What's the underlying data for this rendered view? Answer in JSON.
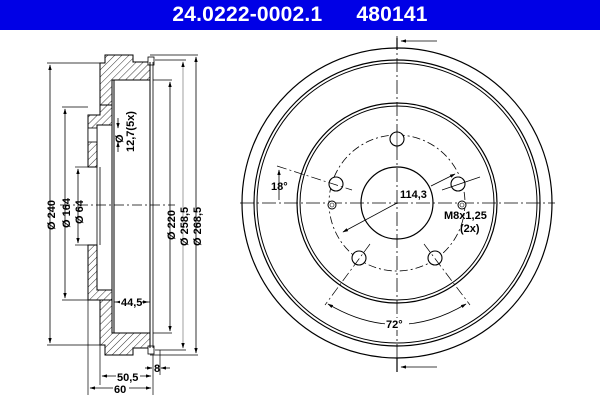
{
  "header": {
    "part_number": "24.0222-0002.1",
    "ref_number": "480141",
    "background_color": "#0000e6",
    "text_color": "#ffffff"
  },
  "section_view": {
    "dimensions": {
      "d240": "Ø 240",
      "d164": "Ø 164",
      "d64": "Ø 64",
      "hole": "Ø",
      "hole_size": "12,7(5x)",
      "d220": "Ø 220",
      "d258": "Ø 258,5",
      "d268": "Ø 268,5",
      "depth_inner": "44,5",
      "depth_50": "50,5",
      "depth_60": "60",
      "rim_8": "8"
    }
  },
  "front_view": {
    "labels": {
      "pcd": "114,3",
      "angle_18": "18°",
      "angle_72": "72°",
      "thread": "M8x1,25",
      "thread_count": "(2x)"
    }
  }
}
